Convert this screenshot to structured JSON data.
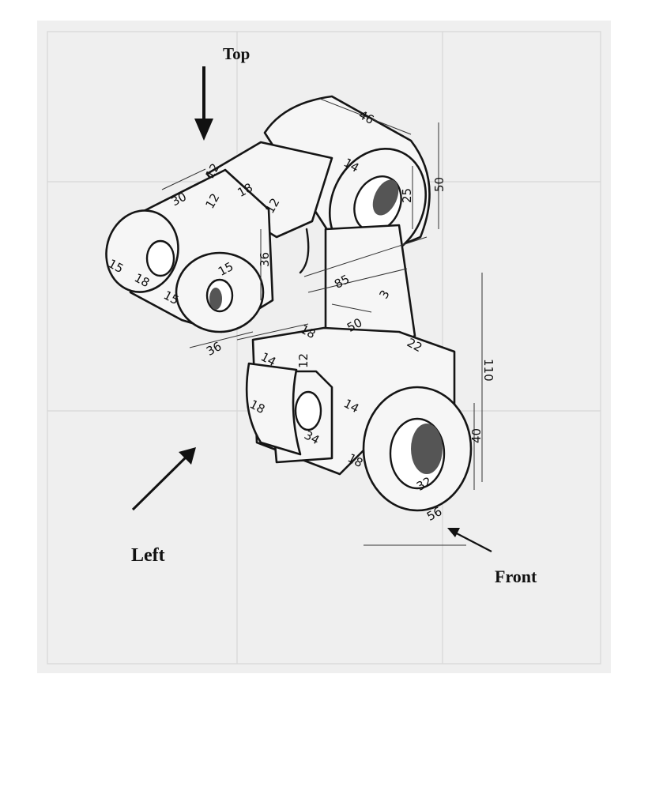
{
  "view_labels": {
    "top": "Top",
    "left": "Left",
    "front": "Front"
  },
  "dimensions": {
    "d46": "46",
    "d14a": "14",
    "d25": "25",
    "d50a": "50",
    "d12a": "12",
    "d30": "30",
    "d18a": "18",
    "d12b": "12",
    "d12c": "12",
    "d15a": "15",
    "d18b": "18",
    "d15b": "15",
    "d15c": "15",
    "d36a": "36",
    "d85": "85",
    "d3": "3",
    "d18c": "18",
    "d50b": "50",
    "d22": "22",
    "d110": "110",
    "d36b": "36",
    "d14b": "14",
    "d12d": "12",
    "d18d": "18",
    "d14c": "14",
    "d34": "34",
    "d18e": "18",
    "d40": "40",
    "d32": "32",
    "d56": "56"
  },
  "colors": {
    "paper": "#efefef",
    "ink": "#151515"
  }
}
